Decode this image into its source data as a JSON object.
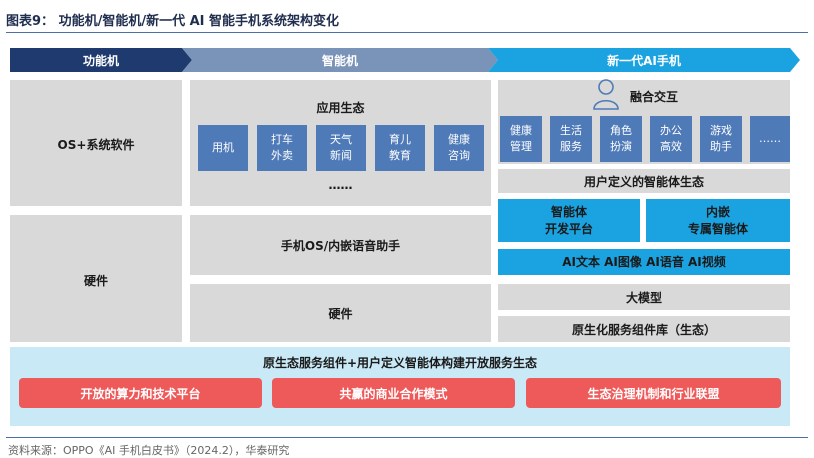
{
  "title": "图表9：  功能机/智能机/新一代 AI 智能手机系统架构变化",
  "header": {
    "col1": "功能机",
    "col2": "智能机",
    "col3": "新一代AI手机"
  },
  "feature_phone": {
    "software": "OS+系统软件",
    "hardware": "硬件"
  },
  "smart_phone": {
    "app_ecosystem_title": "应用生态",
    "apps": [
      "用机",
      "打车\n外卖",
      "天气\n新闻",
      "育儿\n教育",
      "健康\n咨询"
    ],
    "more": "……",
    "os_label": "手机OS/内嵌语音助手",
    "hardware": "硬件"
  },
  "ai_phone": {
    "interaction": "融合交互",
    "apps": [
      "健康\n管理",
      "生活\n服务",
      "角色\n扮演",
      "办公\n高效",
      "游戏\n助手",
      "……"
    ],
    "agent_ecosystem": "用户定义的智能体生态",
    "agent_platform": "智能体\n开发平台",
    "embedded_agent": "内嵌\n专属智能体",
    "ai_capabilities": "AI文本 AI图像 AI语音 AI视频",
    "large_model": "大模型",
    "native_components": "原生化服务组件库（生态）"
  },
  "bottom": {
    "title": "原生态服务组件+用户定义智能体构建开放服务生态",
    "pillars": [
      "开放的算力和技术平台",
      "共赢的商业合作模式",
      "生态治理机制和行业联盟"
    ]
  },
  "source": "资料来源：OPPO《AI 手机白皮书》（2024.2），华泰研究",
  "colors": {
    "navy": "#1f3a6e",
    "steel_blue": "#7a93b8",
    "sky_blue": "#1aa3e0",
    "tile_blue": "#4f7ab8",
    "gray": "#d9d9d9",
    "light_blue": "#c9e9f7",
    "red": "#ee5a5a"
  }
}
